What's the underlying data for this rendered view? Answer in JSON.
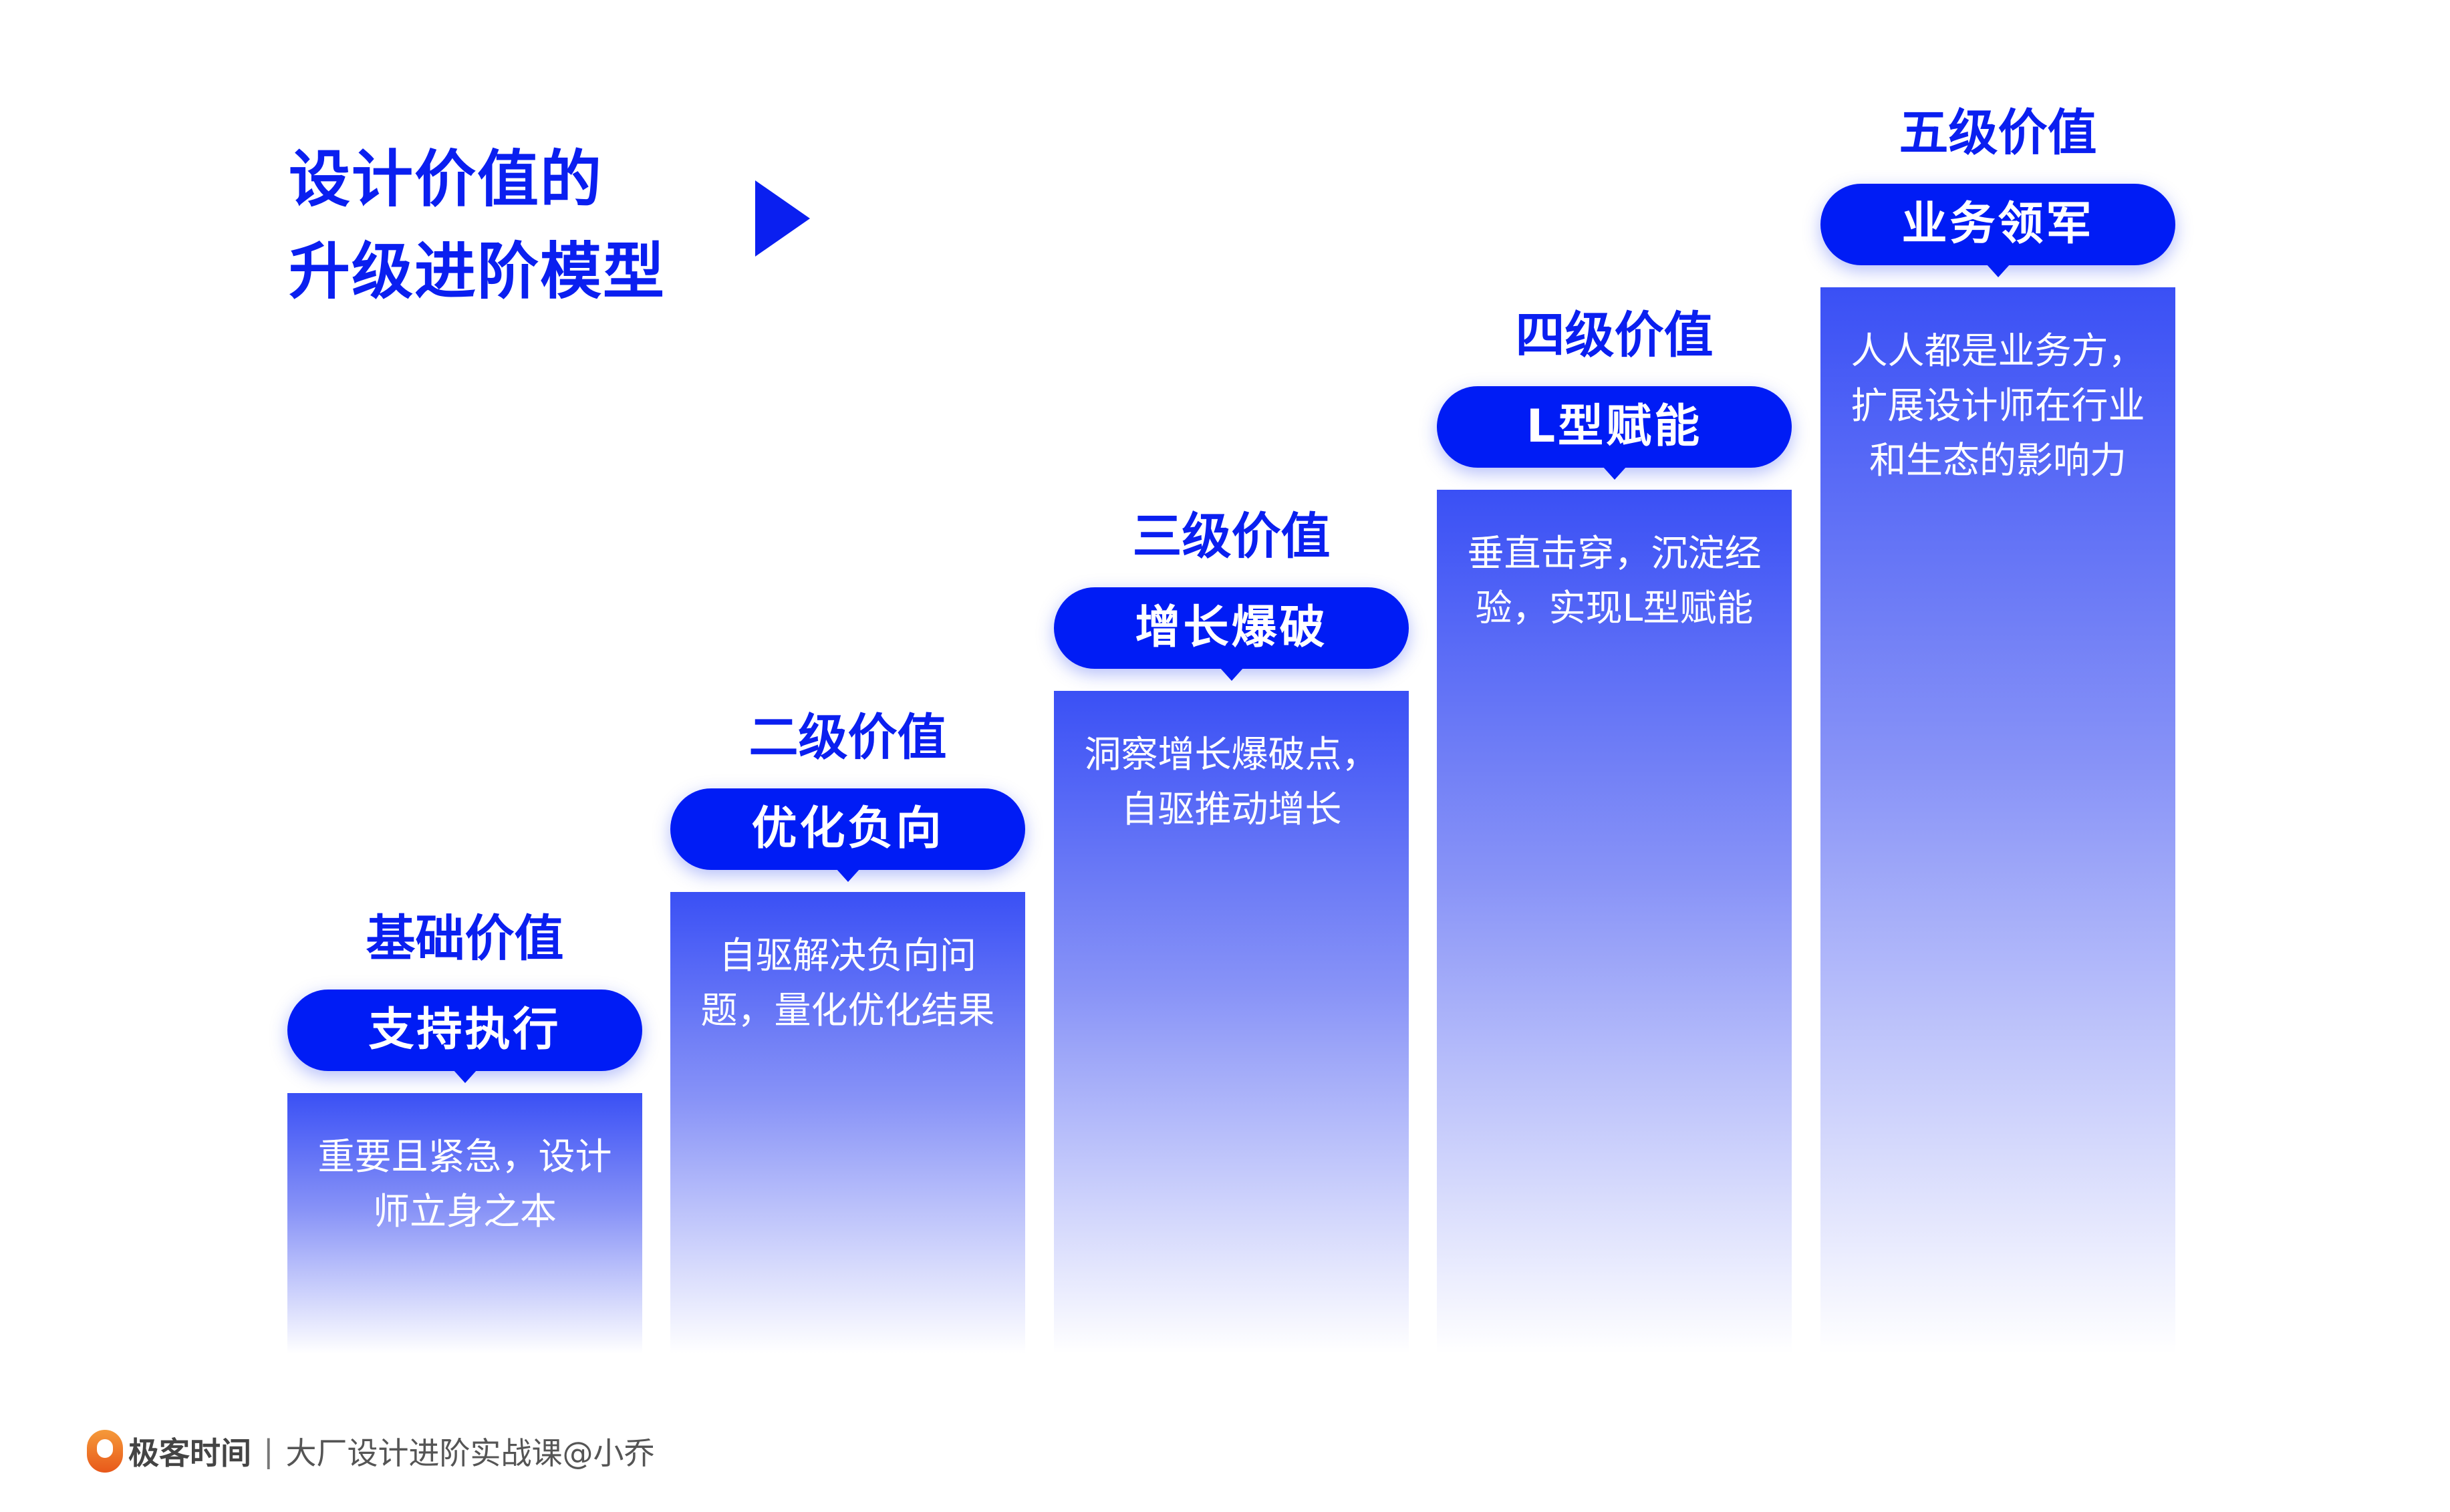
{
  "title": {
    "line1": "设计价值的",
    "line2": "升级进阶模型"
  },
  "levels": [
    {
      "level": "基础价值",
      "tag": "支持执行",
      "desc": "重要且紧急，设计师立身之本"
    },
    {
      "level": "二级价值",
      "tag": "优化负向",
      "desc": "自驱解决负向问题，量化优化结果"
    },
    {
      "level": "三级价值",
      "tag": "增长爆破",
      "desc": "洞察增长爆破点，自驱推动增长"
    },
    {
      "level": "四级价值",
      "tag": "L型赋能",
      "desc": "垂直击穿，沉淀经验，实现L型赋能"
    },
    {
      "level": "五级价值",
      "tag": "业务领军",
      "desc": "人人都是业务方，扩展设计师在行业和生态的影响力"
    }
  ],
  "footer": {
    "brand": "极客时间",
    "separator": "|",
    "course": "大厂设计进阶实战课@小乔"
  },
  "colors": {
    "accent": "#001cf5",
    "footer_logo": "#f07a20"
  }
}
